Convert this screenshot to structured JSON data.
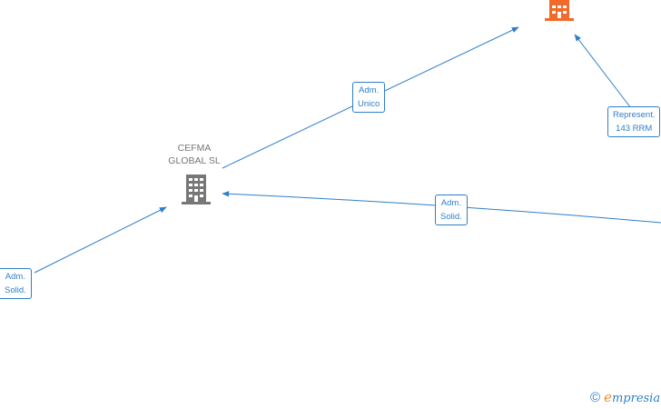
{
  "colors": {
    "edge": "#2f7fc8",
    "company_node": "#777777",
    "focus_node": "#f26a2a",
    "brand_accent": "#f28c28"
  },
  "nodes": [
    {
      "id": "cefma",
      "name_line1": "CEFMA",
      "name_line2": "GLOBAL  SL",
      "icon": "building-icon"
    },
    {
      "id": "focus",
      "name_line1": "",
      "name_line2": "",
      "icon": "building-icon"
    }
  ],
  "edges": [
    {
      "id": "e1",
      "line1": "Adm.",
      "line2": "Unico"
    },
    {
      "id": "e2",
      "line1": "Represent.",
      "line2": "143 RRM"
    },
    {
      "id": "e3",
      "line1": "Adm.",
      "line2": "Solid."
    },
    {
      "id": "e4",
      "line1": "Adm.",
      "line2": "Solid."
    }
  ],
  "watermark": {
    "copyright": "©",
    "brand_first": "e",
    "brand_rest": "mpresia"
  }
}
